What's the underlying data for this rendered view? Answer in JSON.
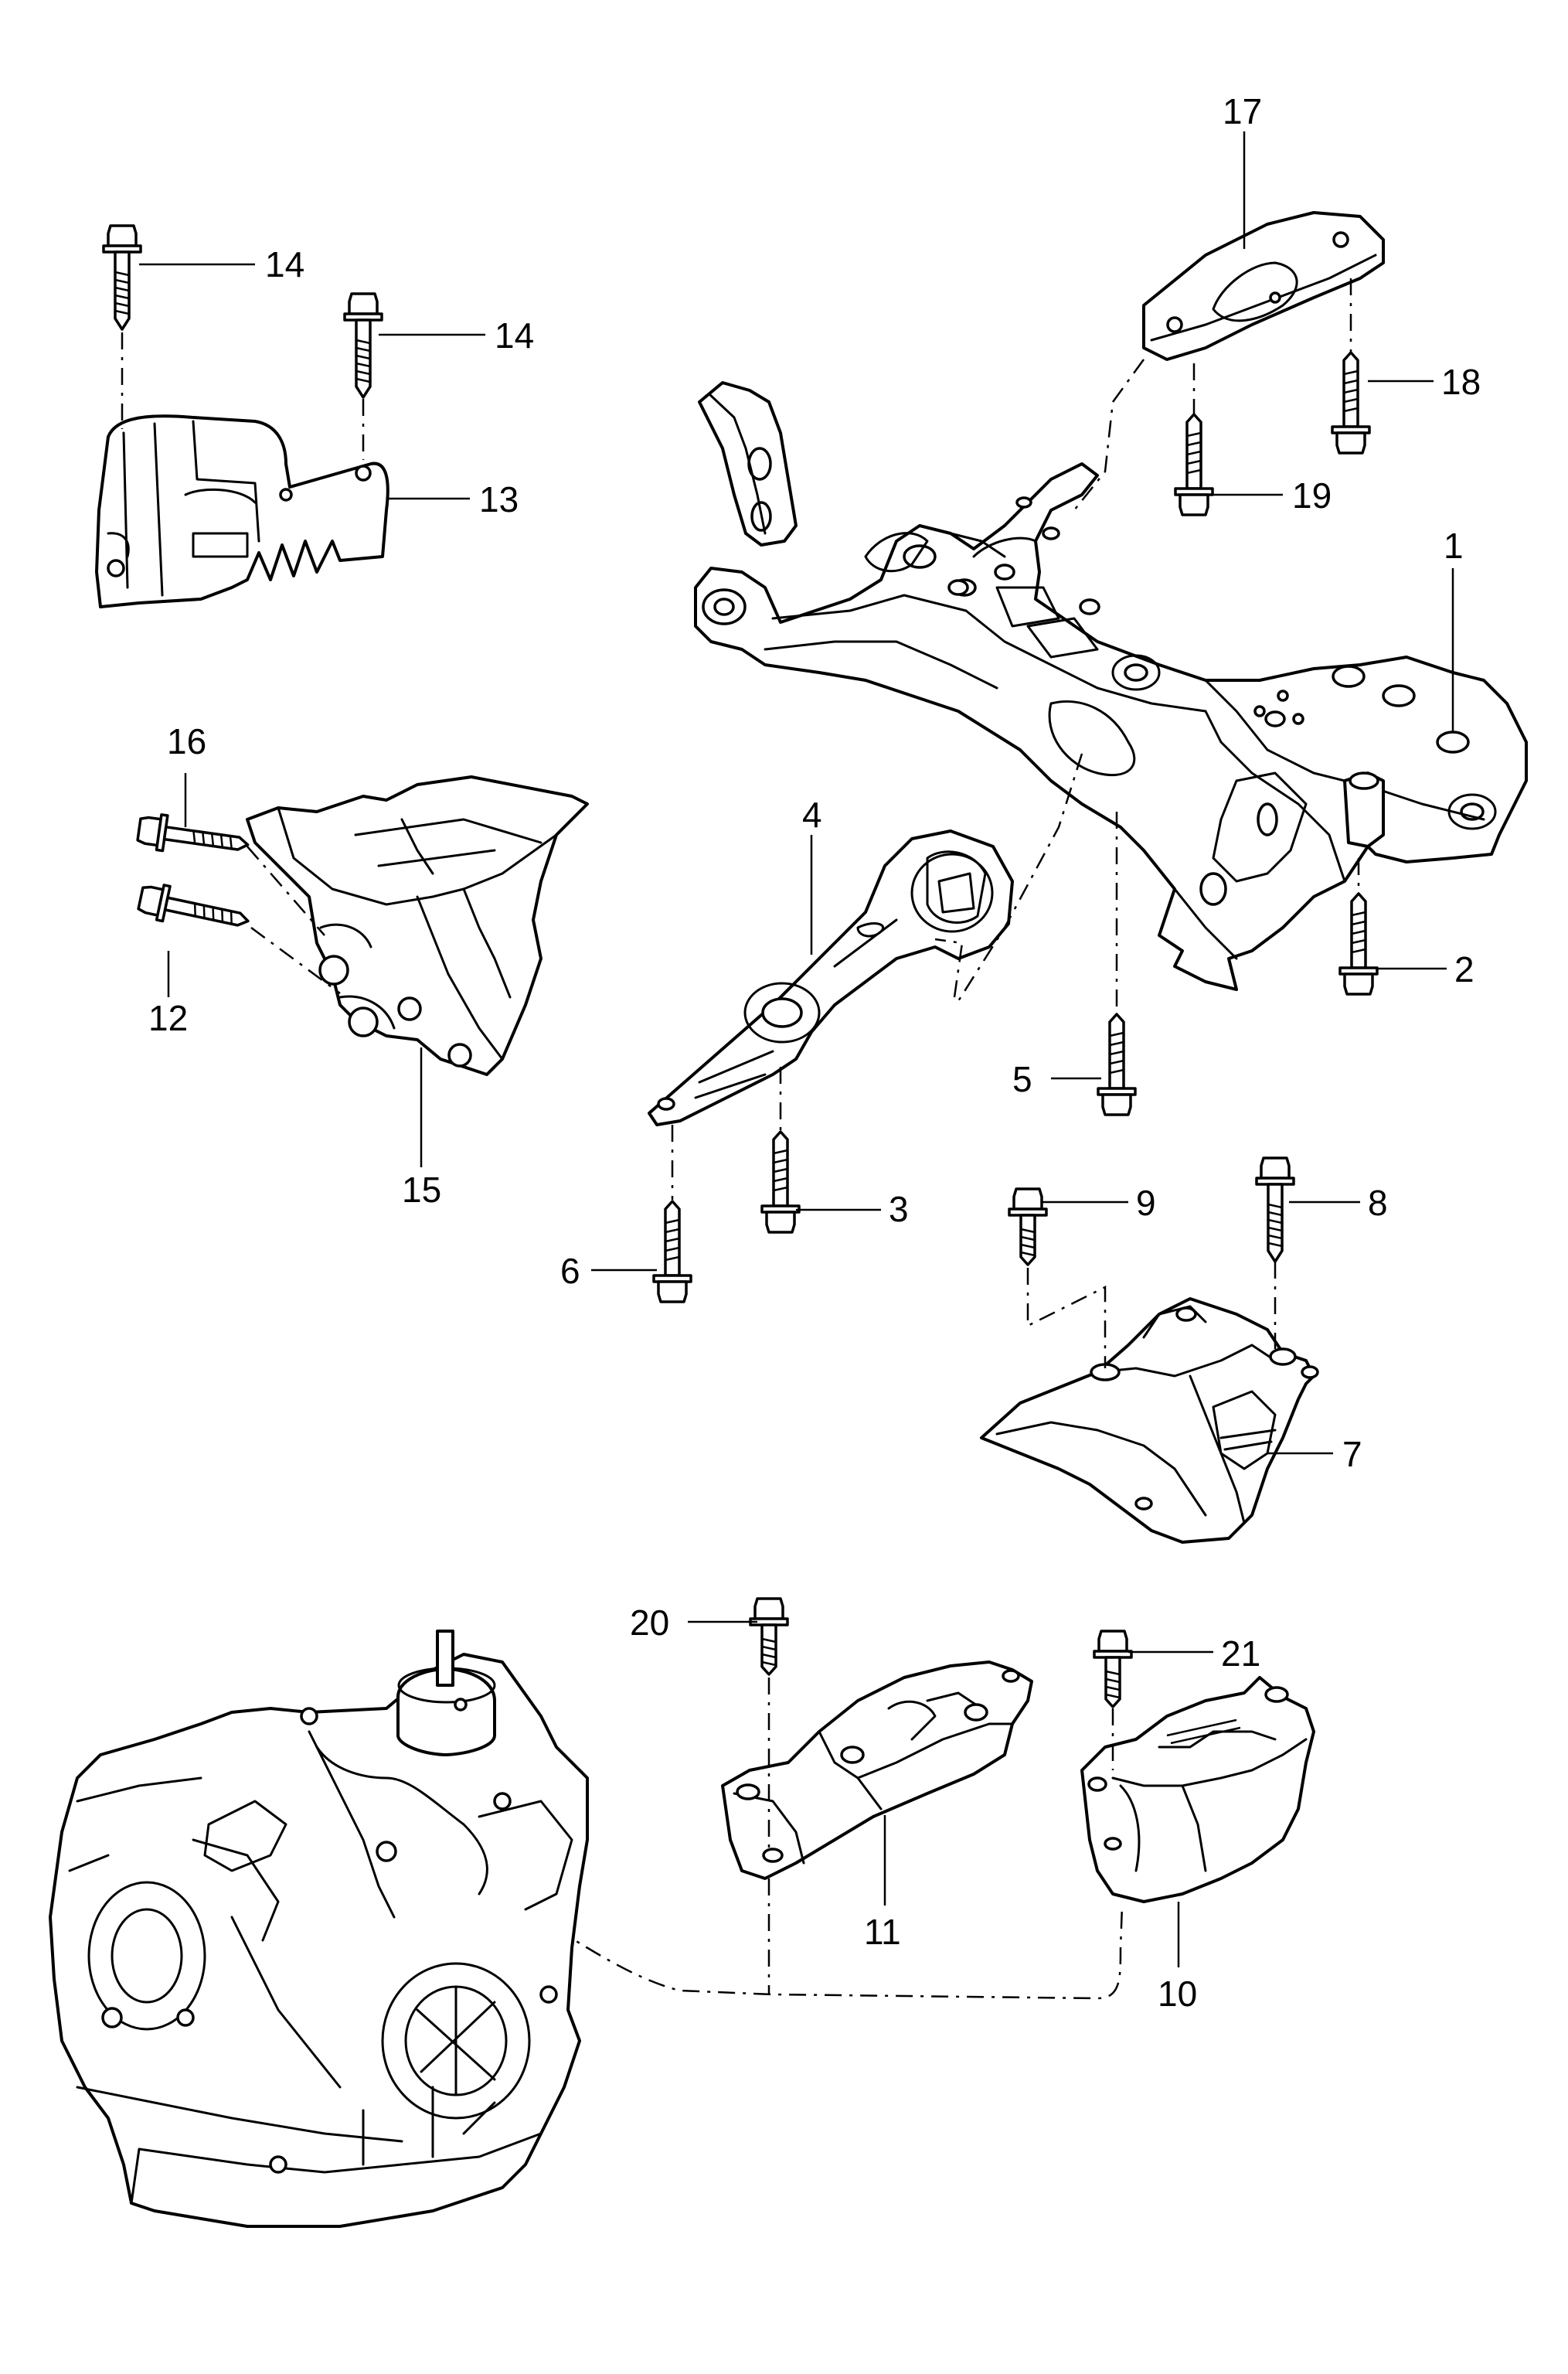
{
  "colors": {
    "line": "#000000",
    "background": "#ffffff"
  },
  "callouts": [
    {
      "id": "1",
      "label": "1"
    },
    {
      "id": "2",
      "label": "2"
    },
    {
      "id": "3",
      "label": "3"
    },
    {
      "id": "4",
      "label": "4"
    },
    {
      "id": "5",
      "label": "5"
    },
    {
      "id": "6",
      "label": "6"
    },
    {
      "id": "7",
      "label": "7"
    },
    {
      "id": "8",
      "label": "8"
    },
    {
      "id": "9",
      "label": "9"
    },
    {
      "id": "10",
      "label": "10"
    },
    {
      "id": "11",
      "label": "11"
    },
    {
      "id": "12",
      "label": "12"
    },
    {
      "id": "13",
      "label": "13"
    },
    {
      "id": "14a",
      "label": "14"
    },
    {
      "id": "14b",
      "label": "14"
    },
    {
      "id": "15",
      "label": "15"
    },
    {
      "id": "16",
      "label": "16"
    },
    {
      "id": "17",
      "label": "17"
    },
    {
      "id": "18",
      "label": "18"
    },
    {
      "id": "19",
      "label": "19"
    },
    {
      "id": "20",
      "label": "20"
    },
    {
      "id": "21",
      "label": "21"
    }
  ]
}
